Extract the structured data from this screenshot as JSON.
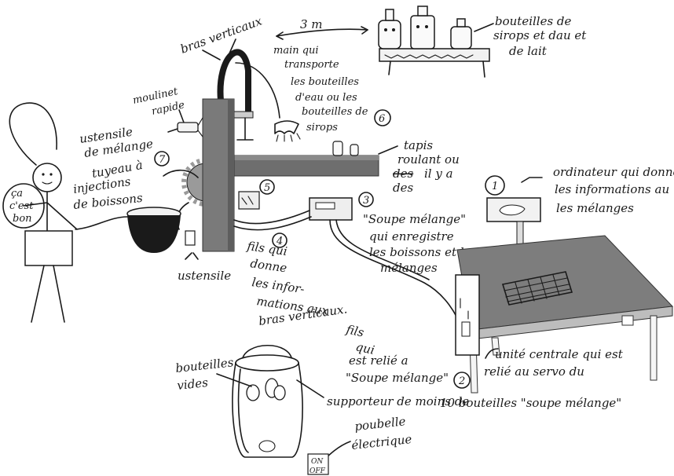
{
  "labels": {
    "bras_verticaux": "bras verticaux",
    "distance": "3 m",
    "bouteilles_sirops": [
      "bouteilles de",
      "sirops et dau et",
      "de lait"
    ],
    "main_transporte": [
      "main qui",
      "transporte",
      "les bouteilles",
      "d'eau ou les",
      "bouteilles de",
      "sirops"
    ],
    "num_6": "6",
    "moulinet": [
      "moulinet",
      "rapide"
    ],
    "ustensile_melange": [
      "ustensile",
      "de mélange"
    ],
    "num_7": "7",
    "tuyeau": [
      "tuyeau à",
      "injections",
      "de boissons"
    ],
    "tapis": [
      "tapis",
      "roulant ou",
      "des",
      "des",
      "il y a"
    ],
    "num_5": "5",
    "num_3": "3",
    "soupe_melange": [
      "\"Soupe mélange\"",
      "qui enregistre",
      "les boissons et les",
      "mélanges"
    ],
    "num_4": "4",
    "fils_donne": [
      "fils qui",
      "donne",
      "les infor-",
      "mations aux",
      "bras verticaux."
    ],
    "ustensile": "ustensile",
    "bulle": [
      "ça",
      "c'est",
      "bon"
    ],
    "ordinateur": [
      "ordinateur qui donne",
      "les informations au",
      "les mélanges"
    ],
    "num_1": "1",
    "fils_relie": [
      "fils",
      "qui",
      "est relié a",
      "\"Soupe mélange\""
    ],
    "num_2": "2",
    "unite_centrale": [
      "unité centrale qui est",
      "relié au servo du",
      "10 bouteilles \"soupe mélange\""
    ],
    "bouteilles_vides": [
      "bouteilles",
      "vides"
    ],
    "supporteur": "supporteur de moins de",
    "poubelle": [
      "poubelle",
      "électrique"
    ],
    "switch": [
      "ON",
      "OFF"
    ]
  }
}
